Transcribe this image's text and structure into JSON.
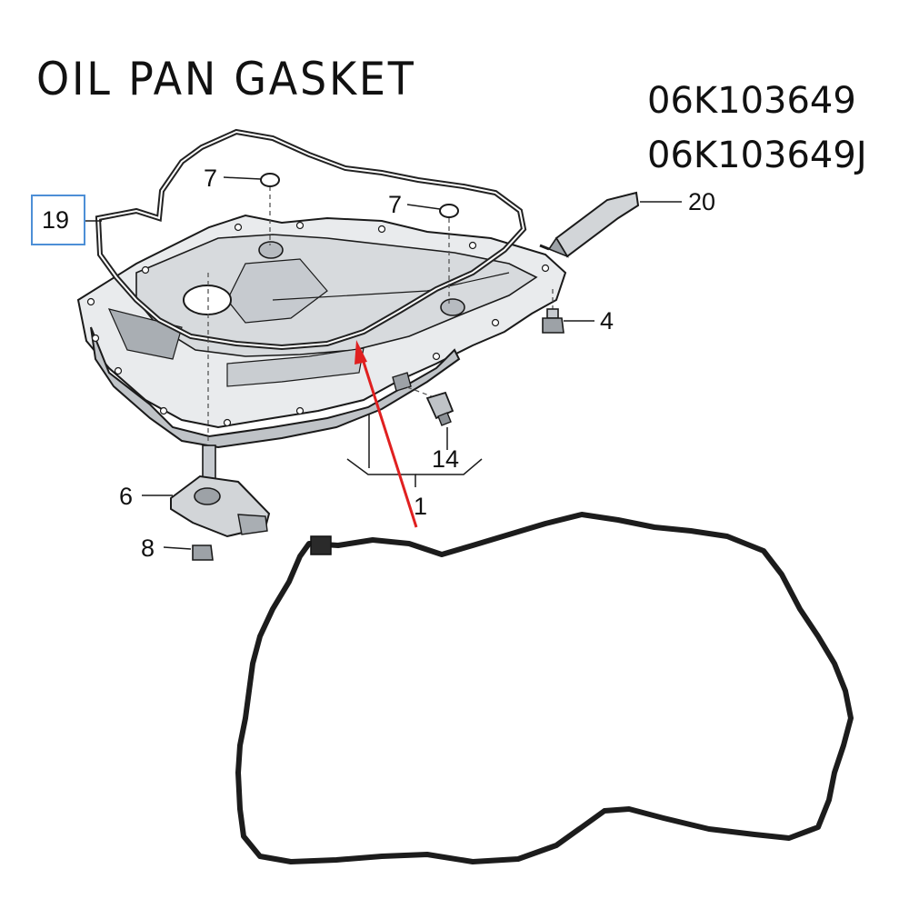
{
  "header": {
    "title": "OIL PAN GASKET",
    "part_numbers": [
      "06K103649",
      "06K103649J"
    ]
  },
  "callouts": {
    "c19": "19",
    "c7a": "7",
    "c7b": "7",
    "c20": "20",
    "c4": "4",
    "c14": "14",
    "c1": "1",
    "c6": "6",
    "c8": "8"
  },
  "colors": {
    "highlight_box": "#4d8fd6",
    "pointer_arrow": "#e02020",
    "line_art": "#1a1a1a",
    "pan_fill": "#e6e8ea",
    "gasket": "#222222"
  }
}
